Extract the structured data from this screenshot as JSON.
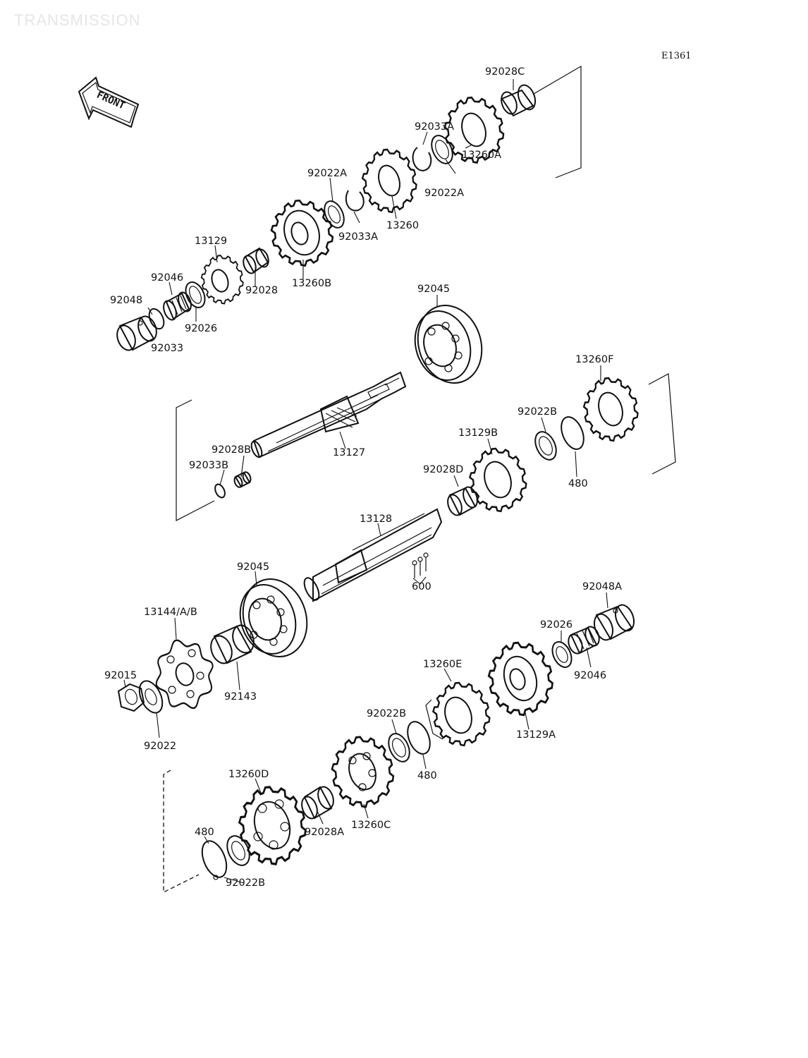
{
  "header": {
    "watermark": "TRANSMISSION",
    "diagram_ref": "E1361"
  },
  "front_arrow": {
    "label": "FRONT"
  },
  "parts": [
    {
      "id": "92028C",
      "label": "92028C"
    },
    {
      "id": "92033A-top",
      "label": "92033A"
    },
    {
      "id": "92022A-left",
      "label": "92022A"
    },
    {
      "id": "92022A-right",
      "label": "92022A"
    },
    {
      "id": "13260A",
      "label": "13260A"
    },
    {
      "id": "13260",
      "label": "13260"
    },
    {
      "id": "92033A-bottom",
      "label": "92033A"
    },
    {
      "id": "13129",
      "label": "13129"
    },
    {
      "id": "92046-top",
      "label": "92046"
    },
    {
      "id": "92048",
      "label": "92048"
    },
    {
      "id": "92033",
      "label": "92033"
    },
    {
      "id": "92026-top",
      "label": "92026"
    },
    {
      "id": "92028",
      "label": "92028"
    },
    {
      "id": "13260B",
      "label": "13260B"
    },
    {
      "id": "92045-top",
      "label": "92045"
    },
    {
      "id": "13260F",
      "label": "13260F"
    },
    {
      "id": "92022B-right",
      "label": "92022B"
    },
    {
      "id": "480-right",
      "label": "480"
    },
    {
      "id": "13129B",
      "label": "13129B"
    },
    {
      "id": "92028D",
      "label": "92028D"
    },
    {
      "id": "92028B",
      "label": "92028B"
    },
    {
      "id": "92033B",
      "label": "92033B"
    },
    {
      "id": "13127",
      "label": "13127"
    },
    {
      "id": "13128",
      "label": "13128"
    },
    {
      "id": "600",
      "label": "600"
    },
    {
      "id": "92045-bottom",
      "label": "92045"
    },
    {
      "id": "13144AB",
      "label": "13144/A/B"
    },
    {
      "id": "92015",
      "label": "92015"
    },
    {
      "id": "92022",
      "label": "92022"
    },
    {
      "id": "92143",
      "label": "92143"
    },
    {
      "id": "92048A",
      "label": "92048A"
    },
    {
      "id": "92026-bottom",
      "label": "92026"
    },
    {
      "id": "92046-bottom",
      "label": "92046"
    },
    {
      "id": "13260E",
      "label": "13260E"
    },
    {
      "id": "13129A",
      "label": "13129A"
    },
    {
      "id": "92022B-mid",
      "label": "92022B"
    },
    {
      "id": "480-mid",
      "label": "480"
    },
    {
      "id": "13260D",
      "label": "13260D"
    },
    {
      "id": "92028A",
      "label": "92028A"
    },
    {
      "id": "13260C",
      "label": "13260C"
    },
    {
      "id": "480-bottom",
      "label": "480"
    },
    {
      "id": "92022B-bottom",
      "label": "92022B"
    }
  ]
}
